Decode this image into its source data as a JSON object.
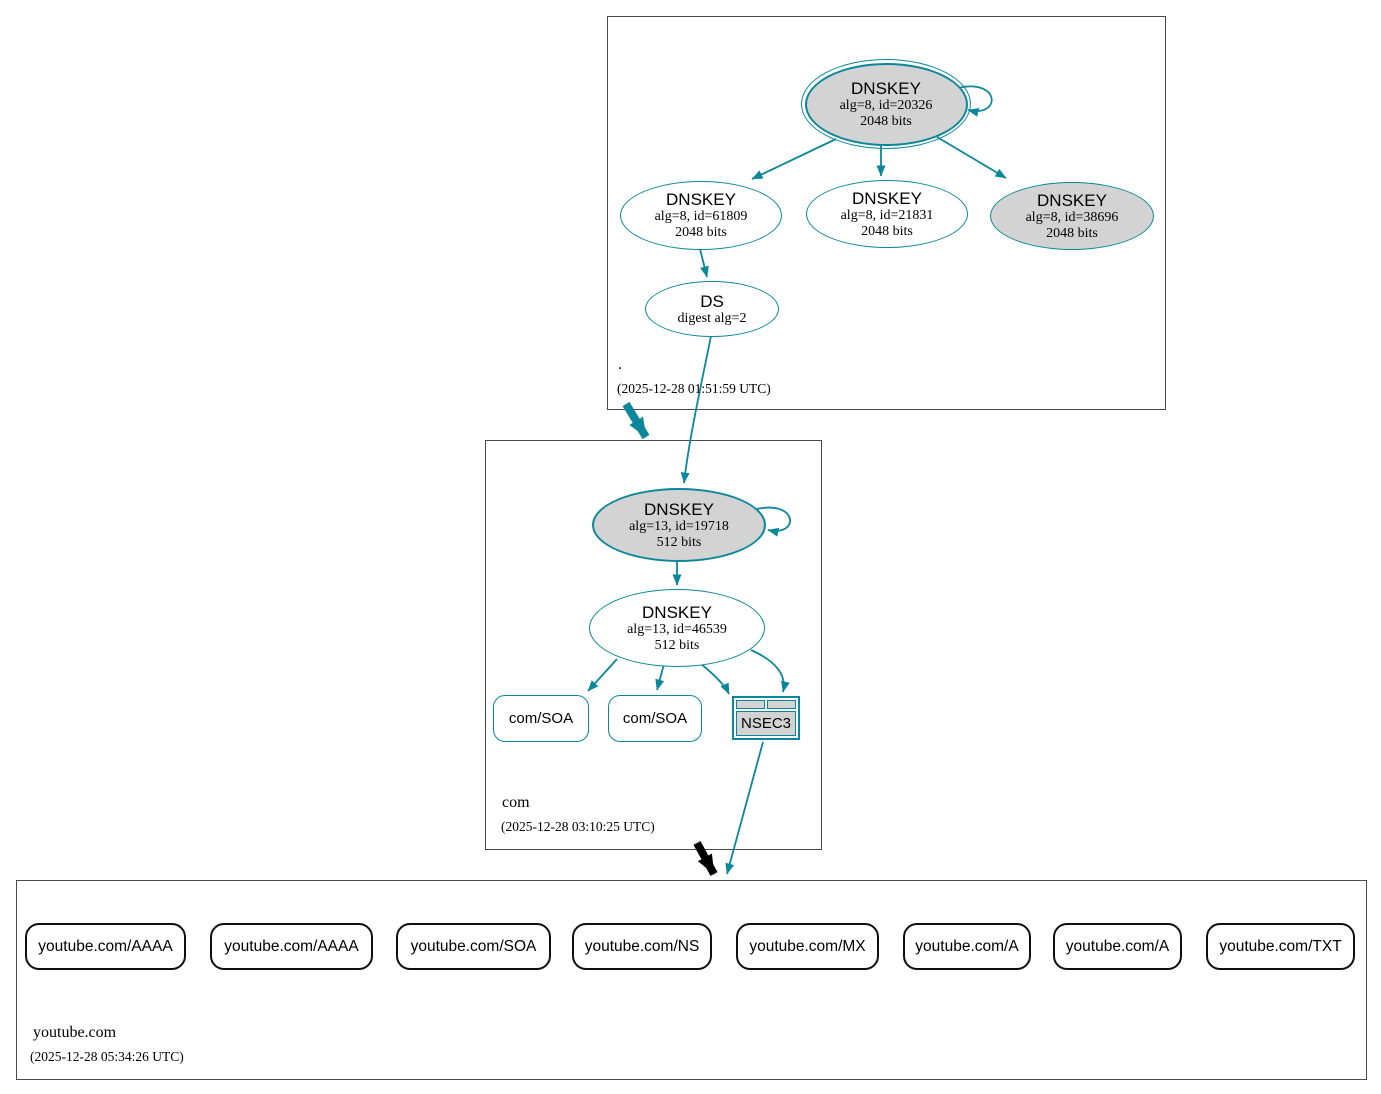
{
  "colors": {
    "secure": "#0a879a",
    "insecure": "#000000",
    "key_fill": "#d3d3d3"
  },
  "zones": {
    "root": {
      "label": ".",
      "timestamp": "(2025-12-28 01:51:59 UTC)"
    },
    "com": {
      "label": "com",
      "timestamp": "(2025-12-28 03:10:25 UTC)"
    },
    "youtube": {
      "label": "youtube.com",
      "timestamp": "(2025-12-28 05:34:26 UTC)"
    }
  },
  "nodes": {
    "key20326": {
      "type": "DNSKEY",
      "alg": "alg=8, id=20326",
      "size": "2048 bits"
    },
    "key61809": {
      "type": "DNSKEY",
      "alg": "alg=8, id=61809",
      "size": "2048 bits"
    },
    "key21831": {
      "type": "DNSKEY",
      "alg": "alg=8, id=21831",
      "size": "2048 bits"
    },
    "key38696": {
      "type": "DNSKEY",
      "alg": "alg=8, id=38696",
      "size": "2048 bits"
    },
    "ds": {
      "type": "DS",
      "alg": "digest alg=2"
    },
    "key19718": {
      "type": "DNSKEY",
      "alg": "alg=13, id=19718",
      "size": "512 bits"
    },
    "key46539": {
      "type": "DNSKEY",
      "alg": "alg=13, id=46539",
      "size": "512 bits"
    },
    "com_soa_1": {
      "label": "com/SOA"
    },
    "com_soa_2": {
      "label": "com/SOA"
    },
    "nsec3": {
      "label": "NSEC3"
    }
  },
  "youtube_rrsets": [
    "youtube.com/AAAA",
    "youtube.com/AAAA",
    "youtube.com/SOA",
    "youtube.com/NS",
    "youtube.com/MX",
    "youtube.com/A",
    "youtube.com/A",
    "youtube.com/TXT"
  ]
}
